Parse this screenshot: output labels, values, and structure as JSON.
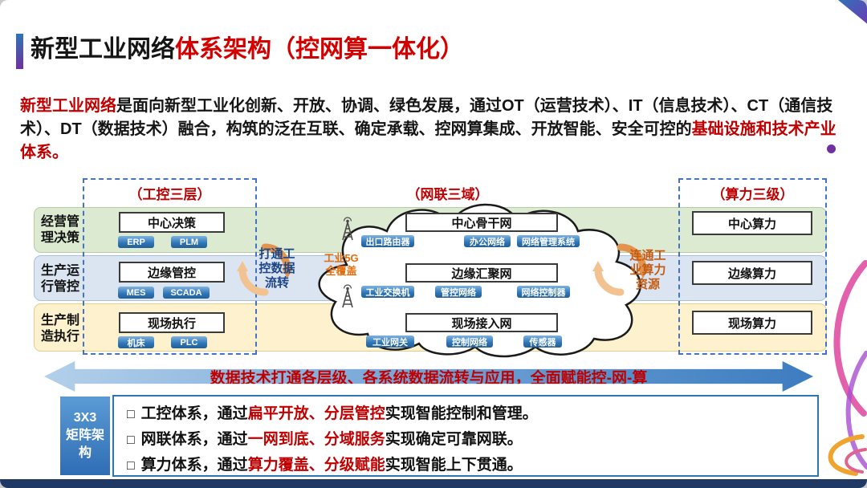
{
  "title": {
    "black": "新型工业网络",
    "red": "体系架构（控网算一体化）"
  },
  "intro": {
    "seg_red1": "新型工业网络",
    "seg_black": "是面向新型工业化创新、开放、协调、绿色发展，通过OT（运营技术）、IT（信息技术）、CT（通信技术）、DT（数据技术）融合，构筑的泛在互联、确定承载、控网算集成、开放智能、安全可控的",
    "seg_red2": "基础设施和技术产业体系。"
  },
  "headers": {
    "control": "（工控三层）",
    "network": "（网联三域）",
    "compute": "（算力三级）"
  },
  "rows": [
    {
      "label": "经营管理决策",
      "control_box": "中心决策",
      "control_badges": [
        "ERP",
        "PLM"
      ],
      "network_box": "中心骨干网",
      "network_badges": [
        "出口路由器",
        "办公网络",
        "网络管理系统"
      ],
      "compute_box": "中心算力"
    },
    {
      "label": "生产运行管控",
      "control_box": "边缘管控",
      "control_badges": [
        "MES",
        "SCADA"
      ],
      "network_box": "边缘汇聚网",
      "network_badges": [
        "工业交换机",
        "管控网络",
        "网络控制器"
      ],
      "compute_box": "边缘算力"
    },
    {
      "label": "生产制造执行",
      "control_box": "现场执行",
      "control_badges": [
        "机床",
        "PLC"
      ],
      "network_box": "现场接入网",
      "network_badges": [
        "工业网关",
        "控制网络",
        "传感器"
      ],
      "compute_box": "现场算力"
    }
  ],
  "connectors": {
    "left_label": "打通工控数据流转",
    "right_label": "连通工业算力资源",
    "wireless_label": "工业5G\n全覆盖"
  },
  "bottom_arrow": {
    "text": "数据技术打通各层级、各系统数据流转与应用，全面赋能控-网-算"
  },
  "matrix": {
    "label": "3X3\n矩阵架\n构",
    "bullets": [
      {
        "bullet": "□",
        "pre": "工控体系，通过",
        "highlight": "扁平开放、分层管控",
        "post": "实现智能控制和管理。"
      },
      {
        "bullet": "□",
        "pre": "网联体系，通过",
        "highlight": "一网到底、分域服务",
        "post": "实现确定可靠网联。"
      },
      {
        "bullet": "□",
        "pre": "算力体系，通过",
        "highlight": "算力覆盖、分级赋能",
        "post": "实现智能上下贯通。"
      }
    ]
  },
  "icons": {
    "antenna": "antenna-icon",
    "cycle_left": "cycle-arrow-icon",
    "cycle_right": "cycle-arrow-icon",
    "cloud": "network-cloud-shape"
  },
  "colors": {
    "title_red": "#d40000",
    "accent_red": "#c00000",
    "band_green": "#dcead2",
    "band_blue": "#dbe5f2",
    "band_yellow": "#fdf2cd",
    "badge_blue": "#2e75b6",
    "border_dashed": "#4472c4",
    "navy_bar": "#203864",
    "left_flow_text": "#1c4587",
    "right_flow_text": "#c55a11",
    "wireless_text": "#e36c0a"
  }
}
